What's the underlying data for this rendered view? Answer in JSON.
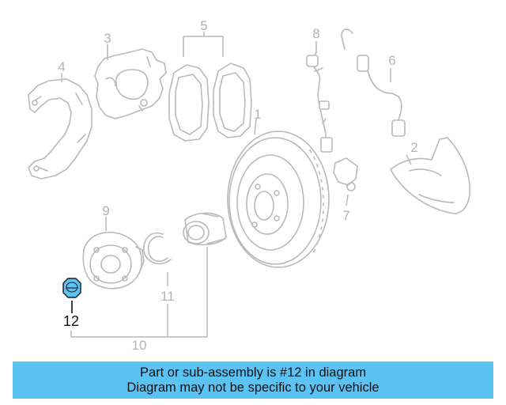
{
  "diagram": {
    "callouts": [
      {
        "id": "1",
        "text": "1"
      },
      {
        "id": "2",
        "text": "2"
      },
      {
        "id": "3",
        "text": "3"
      },
      {
        "id": "4",
        "text": "4"
      },
      {
        "id": "5",
        "text": "5"
      },
      {
        "id": "6",
        "text": "6"
      },
      {
        "id": "7",
        "text": "7"
      },
      {
        "id": "8",
        "text": "8"
      },
      {
        "id": "9",
        "text": "9"
      },
      {
        "id": "10",
        "text": "10"
      },
      {
        "id": "11",
        "text": "11"
      },
      {
        "id": "12",
        "text": "12"
      }
    ],
    "highlighted_part": "12",
    "colors": {
      "line_art": "#b9b9b9",
      "highlight_fill": "#5bc2f4",
      "highlight_text": "#111111",
      "banner_background": "#5bc2f4"
    }
  },
  "banner": {
    "line1": "Part or sub-assembly is #12 in diagram",
    "line2": "Diagram may not be specific to your vehicle"
  }
}
